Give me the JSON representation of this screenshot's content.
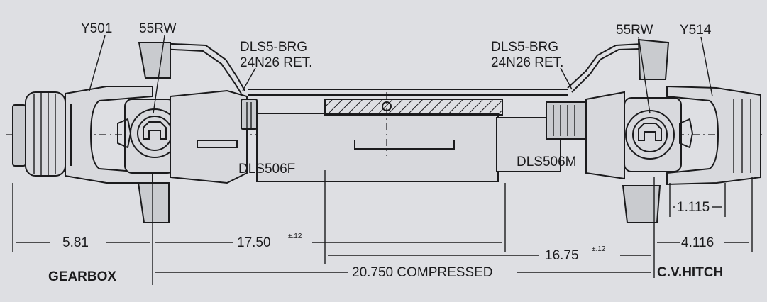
{
  "parts": {
    "yoke_left": "Y501",
    "cross_left": "55RW",
    "bearing_left_line1": "DLS5-BRG",
    "bearing_left_line2": "24N26 RET.",
    "bearing_right_line1": "DLS5-BRG",
    "bearing_right_line2": "24N26 RET.",
    "cross_right": "55RW",
    "yoke_right": "Y514",
    "tube_female": "DLS506F",
    "tube_male": "DLS506M"
  },
  "dimensions": {
    "gearbox_offset": "5.81",
    "female_length": "17.50",
    "female_tolerance": "±.12",
    "male_length": "16.75",
    "male_tolerance": "±.12",
    "compressed_length": "20.750 COMPRESSED",
    "hitch_offset": "4.116",
    "hitch_yoke": "1.115"
  },
  "ends": {
    "left": "GEARBOX",
    "right": "C.V.HITCH"
  }
}
